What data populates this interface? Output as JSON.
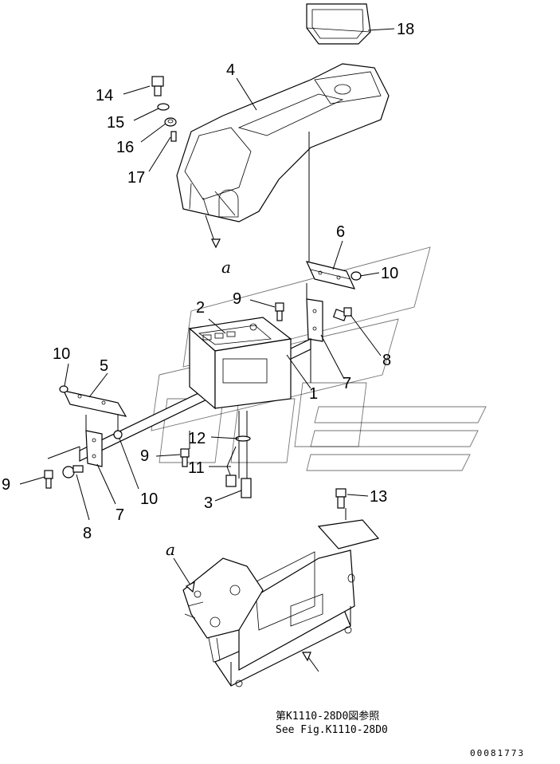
{
  "callouts": {
    "c1": "1",
    "c2": "2",
    "c3": "3",
    "c4": "4",
    "c5": "5",
    "c6": "6",
    "c7a": "7",
    "c7b": "7",
    "c8a": "8",
    "c8b": "8",
    "c9a": "9",
    "c9b": "9",
    "c9c": "9",
    "c10a": "10",
    "c10b": "10",
    "c10c": "10",
    "c11": "11",
    "c12": "12",
    "c13": "13",
    "c14": "14",
    "c15": "15",
    "c16": "16",
    "c17": "17",
    "c18": "18"
  },
  "view_marks": {
    "upper": "a",
    "lower": "a"
  },
  "reference": {
    "line1": "第K1110-28D0図参照",
    "line2": "See Fig.K1110-28D0"
  },
  "doc_number": "00081773"
}
